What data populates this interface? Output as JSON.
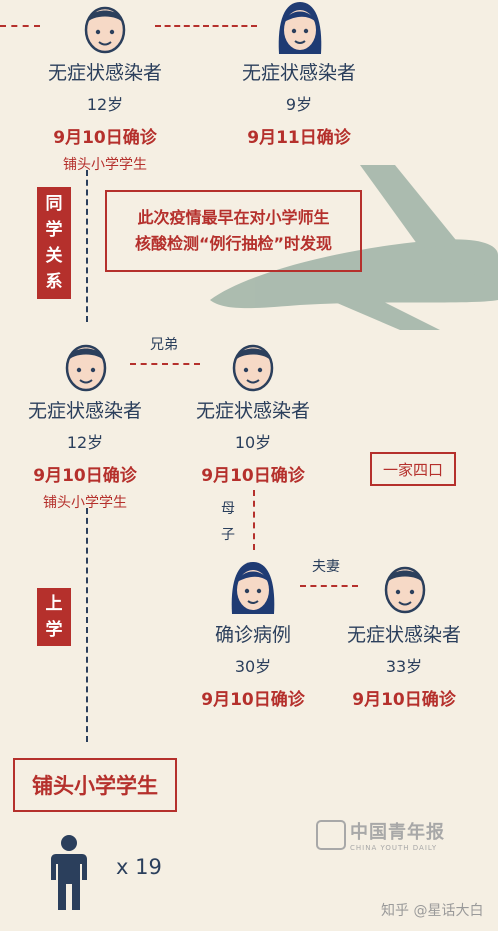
{
  "top_row": [
    {
      "name": "无症状感染者",
      "age": "12岁",
      "date": "9月10日确诊",
      "school": "铺头小学学生"
    },
    {
      "name": "无症状感染者",
      "age": "9岁",
      "date": "9月11日确诊"
    }
  ],
  "tag_classmates": [
    "同",
    "学",
    "关",
    "系"
  ],
  "note_lines": [
    "此次疫情最早在对小学师生",
    "核酸检测“例行抽检”时发现"
  ],
  "relation_brothers": "兄弟",
  "middle_row": [
    {
      "name": "无症状感染者",
      "age": "12岁",
      "date": "9月10日确诊",
      "school": "铺头小学学生"
    },
    {
      "name": "无症状感染者",
      "age": "10岁",
      "date": "9月10日确诊"
    }
  ],
  "family_label": "一家四口",
  "relation_mother_son": [
    "母",
    "子"
  ],
  "relation_couple": "夫妻",
  "bottom_row": [
    {
      "name": "确诊病例",
      "age": "30岁",
      "date": "9月10日确诊"
    },
    {
      "name": "无症状感染者",
      "age": "33岁",
      "date": "9月10日确诊"
    }
  ],
  "tag_school": [
    "上",
    "学"
  ],
  "school_box": "铺头小学学生",
  "student_count": "x 19",
  "watermark_main": "中国青年报",
  "watermark_sub": "CHINA YOUTH DAILY",
  "footer_watermark": "知乎 @星话大白",
  "colors": {
    "red": "#b5302c",
    "navy": "#2b3f5c",
    "skin": "#f6d9c6",
    "background": "#f5efe3"
  }
}
